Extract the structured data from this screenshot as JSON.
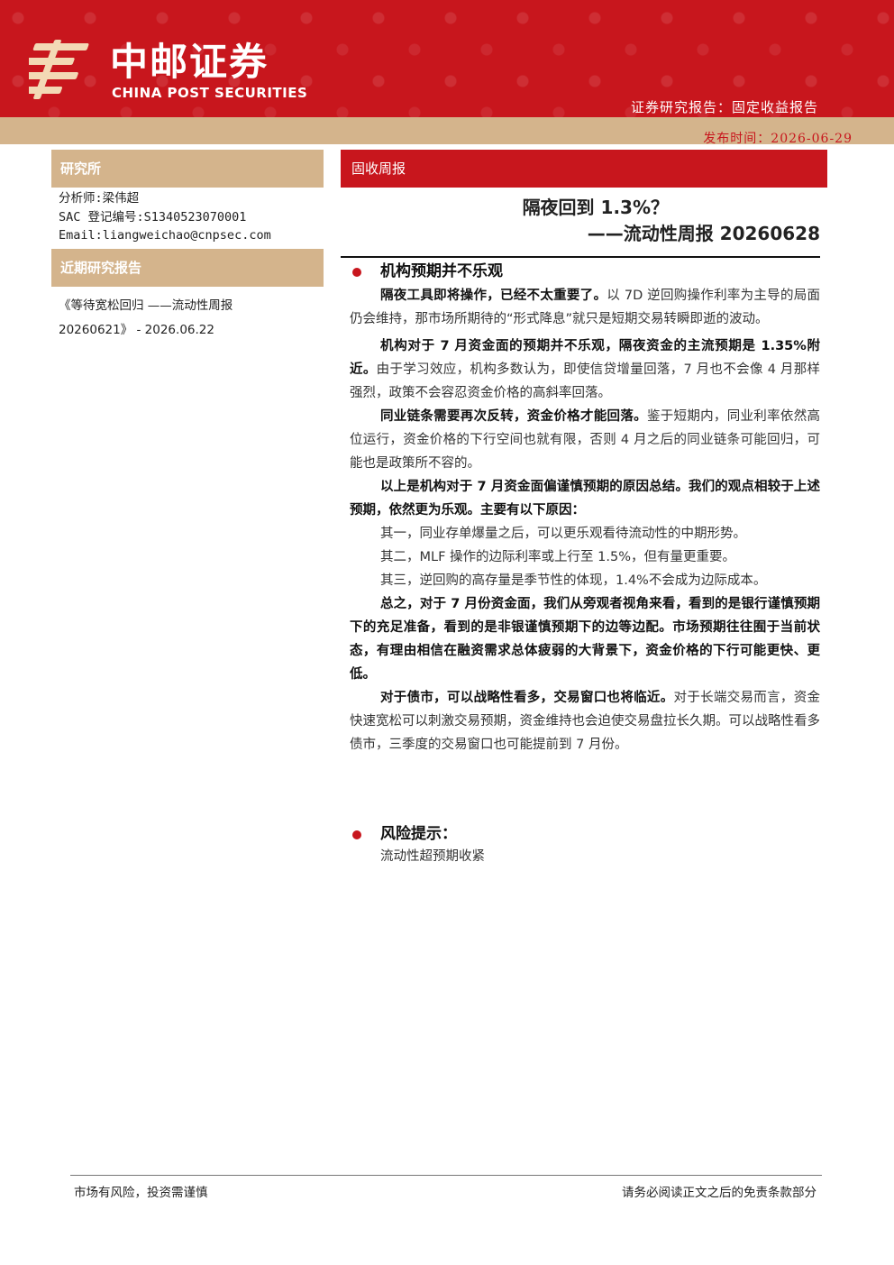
{
  "header": {
    "logo_cn": "中邮证券",
    "logo_en": "CHINA POST SECURITIES",
    "report_type": "证券研究报告：固定收益报告",
    "publish_date": "发布时间：2026-06-29"
  },
  "sidebar": {
    "institute_heading": "研究所",
    "analyst": "分析师:梁伟超",
    "sac": "SAC 登记编号:S1340523070001",
    "email": "Email:liangweichao@cnpsec.com",
    "recent_heading": "近期研究报告",
    "recent_line1": "《等待宽松回归 ——流动性周报",
    "recent_line2": "20260621》 - 2026.06.22"
  },
  "report": {
    "tag": "固收周报",
    "title": "隔夜回到 1.3%？",
    "subtitle": "——流动性周报 20260628"
  },
  "section1": {
    "heading": "机构预期并不乐观",
    "p1_bold": "隔夜工具即将操作，已经不太重要了。",
    "p1_text": "以 7D 逆回购操作利率为主导的局面仍会维持，那市场所期待的“形式降息”就只是短期交易转瞬即逝的波动。",
    "p2_bold": "机构对于 7 月资金面的预期并不乐观，隔夜资金的主流预期是 1.35%附近。",
    "p2_text": "由于学习效应，机构多数认为，即使信贷增量回落，7 月也不会像 4 月那样强烈，政策不会容忍资金价格的高斜率回落。",
    "p3_bold": "同业链条需要再次反转，资金价格才能回落。",
    "p3_text": "鉴于短期内，同业利率依然高位运行，资金价格的下行空间也就有限，否则 4 月之后的同业链条可能回归，可能也是政策所不容的。",
    "p4_bold": "以上是机构对于 7 月资金面偏谨慎预期的原因总结。我们的观点相较于上述预期，依然更为乐观。主要有以下原因：",
    "p5": "其一，同业存单爆量之后，可以更乐观看待流动性的中期形势。",
    "p6": "其二，MLF 操作的边际利率或上行至 1.5%，但有量更重要。",
    "p7": "其三，逆回购的高存量是季节性的体现，1.4%不会成为边际成本。",
    "p8_bold": "总之，对于 7 月份资金面，我们从旁观者视角来看，看到的是银行谨慎预期下的充足准备，看到的是非银谨慎预期下的边等边配。市场预期往往囿于当前状态，有理由相信在融资需求总体疲弱的大背景下，资金价格的下行可能更快、更低。",
    "p9_bold": "对于债市，可以战略性看多，交易窗口也将临近。",
    "p9_text": "对于长端交易而言，资金快速宽松可以刺激交易预期，资金维持也会迫使交易盘拉长久期。可以战略性看多债市，三季度的交易窗口也可能提前到 7 月份。"
  },
  "section2": {
    "heading": "风险提示：",
    "text": "流动性超预期收紧"
  },
  "footer": {
    "left": "市场有风险，投资需谨慎",
    "right": "请务必阅读正文之后的免责条款部分"
  },
  "colors": {
    "brand_red": "#c8161d",
    "brand_tan": "#d4b48c"
  }
}
